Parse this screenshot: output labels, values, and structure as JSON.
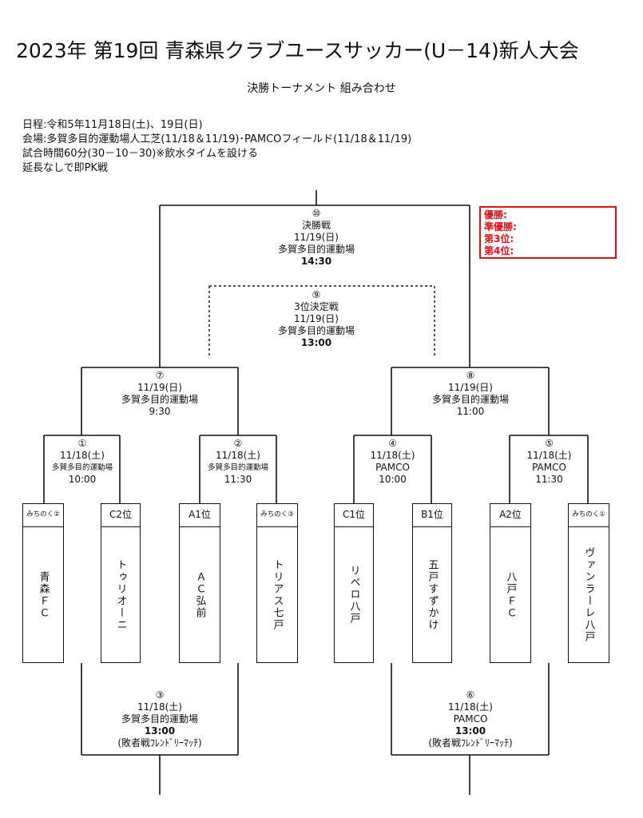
{
  "header": {
    "title": "2023年 第19回 青森県クラブユースサッカー(U－14)新人大会",
    "subtitle": "決勝トーナメント 組み合わせ"
  },
  "info": {
    "schedule": "日程:令和5年11月18日(土)、19日(日)",
    "venue": "会場:多賀多目的運動場人工芝(11/18＆11/19)･PAMCOフィールド(11/18＆11/19)",
    "time": "試合時間60分(30－10－30)※飲水タイムを設ける",
    "pk": "延長なしで即PK戦"
  },
  "results": {
    "first": "優勝:",
    "second": "準優勝:",
    "third": "第3位:",
    "fourth": "第4位:"
  },
  "matches": {
    "m10": {
      "num": "⑩",
      "name": "決勝戦",
      "date": "11/19(日)",
      "venue": "多賀多目的運動場",
      "time": "14:30"
    },
    "m9": {
      "num": "⑨",
      "name": "3位決定戦",
      "date": "11/19(日)",
      "venue": "多賀多目的運動場",
      "time": "13:00"
    },
    "m7": {
      "num": "⑦",
      "date": "11/19(日)",
      "venue": "多賀多目的運動場",
      "time": "9:30"
    },
    "m8": {
      "num": "⑧",
      "date": "11/19(日)",
      "venue": "多賀多目的運動場",
      "time": "11:00"
    },
    "m1": {
      "num": "①",
      "date": "11/18(土)",
      "venue": "多賀多目的運動場",
      "time": "10:00"
    },
    "m2": {
      "num": "②",
      "date": "11/18(土)",
      "venue": "多賀多目的運動場",
      "time": "11:30"
    },
    "m4": {
      "num": "④",
      "date": "11/18(土)",
      "venue": "PAMCO",
      "time": "10:00"
    },
    "m5": {
      "num": "⑤",
      "date": "11/18(土)",
      "venue": "PAMCO",
      "time": "11:30"
    },
    "m3": {
      "num": "③",
      "date": "11/18(土)",
      "venue": "多賀多目的運動場",
      "time": "13:00",
      "note": "(敗者戦ﾌﾚﾝﾄﾞﾘｰﾏｯﾁ)"
    },
    "m6": {
      "num": "⑥",
      "date": "11/18(土)",
      "venue": "PAMCO",
      "time": "13:00",
      "note": "(敗者戦ﾌﾚﾝﾄﾞﾘｰﾏｯﾁ)"
    }
  },
  "seeds": [
    "みちのく②",
    "C2位",
    "A1位",
    "みちのく③",
    "C1位",
    "B1位",
    "A2位",
    "みちのく①"
  ],
  "teams": [
    "青森ＦＣ",
    "トゥリオーニ",
    "ＡＣ弘前",
    "トリアス七戸",
    "リベロ八戸",
    "五戸すずかけ",
    "八戸ＦＣ",
    "ヴァンラーレ八戸"
  ]
}
